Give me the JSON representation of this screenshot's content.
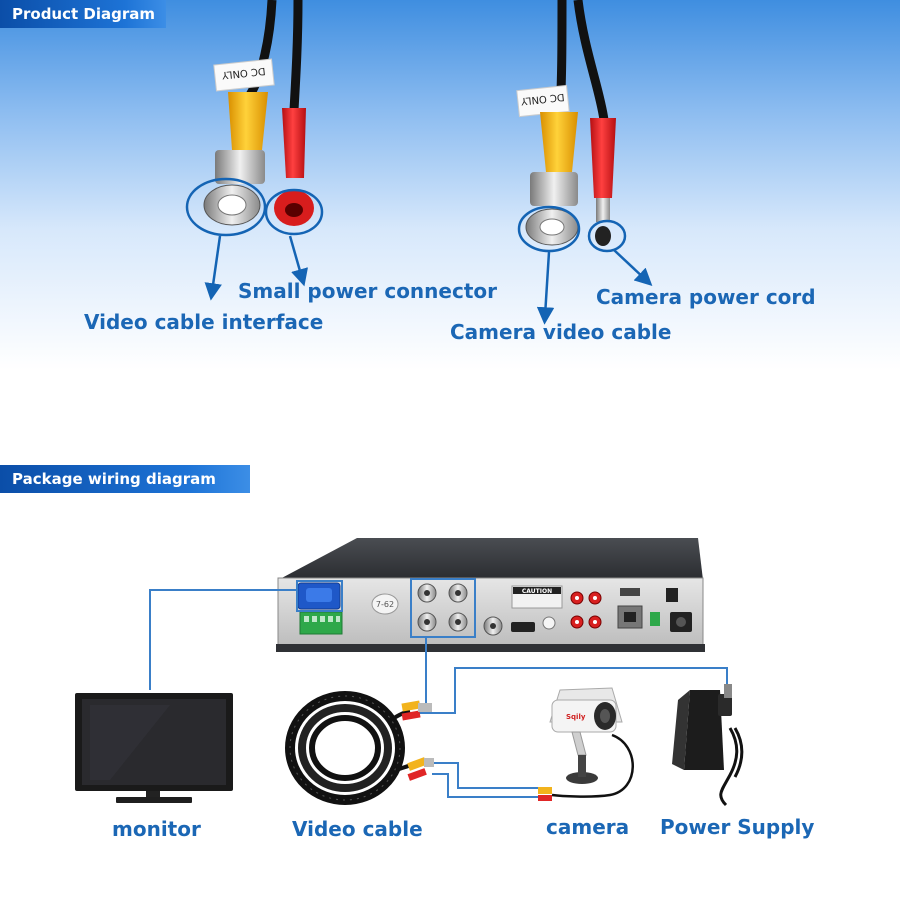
{
  "sections": {
    "product": {
      "title": "Product Diagram"
    },
    "package": {
      "title": "Package wiring diagram"
    }
  },
  "product_labels": {
    "small_power_connector": "Small power connector",
    "video_cable_interface": "Video cable interface",
    "camera_power_cord": "Camera power cord",
    "camera_video_cable": "Camera video cable"
  },
  "cable_tag": "DC ONLY",
  "dvr": {
    "caution": "CAUTION",
    "panel_note": "7-62"
  },
  "wiring_labels": {
    "monitor": "monitor",
    "video_cable": "Video cable",
    "camera": "camera",
    "power_supply": "Power Supply"
  },
  "camera_brand": "Sqily",
  "colors": {
    "label_blue": "#1b67b5",
    "badge_blue": "#0b4ea8",
    "callout_blue": "#1464b4",
    "wire_blue": "#3a7fc8",
    "bnc_yellow": "#f2b31c",
    "power_red": "#e02626"
  }
}
